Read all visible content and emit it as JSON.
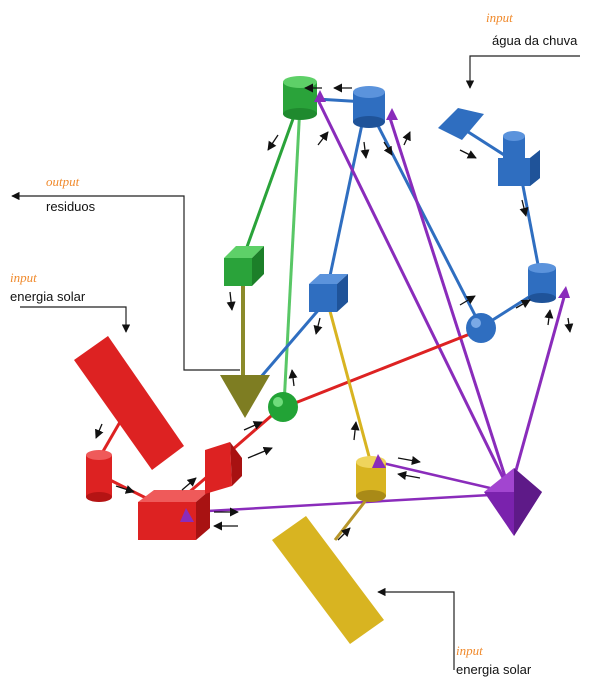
{
  "annotations": {
    "rain": {
      "kind": "input",
      "text": "água da chuva"
    },
    "waste": {
      "kind": "output",
      "text": "residuos"
    },
    "solar_left": {
      "kind": "input",
      "text": "energia solar"
    },
    "solar_bottom": {
      "kind": "input",
      "text": "energia solar"
    }
  },
  "colors": {
    "green": "#2aa33a",
    "blue": "#2f6ec0",
    "purple": "#8a2cbb",
    "red": "#dd2222",
    "yellow": "#d8b421",
    "olive": "#8b8a2a",
    "label_kind": "#f08a2c"
  }
}
